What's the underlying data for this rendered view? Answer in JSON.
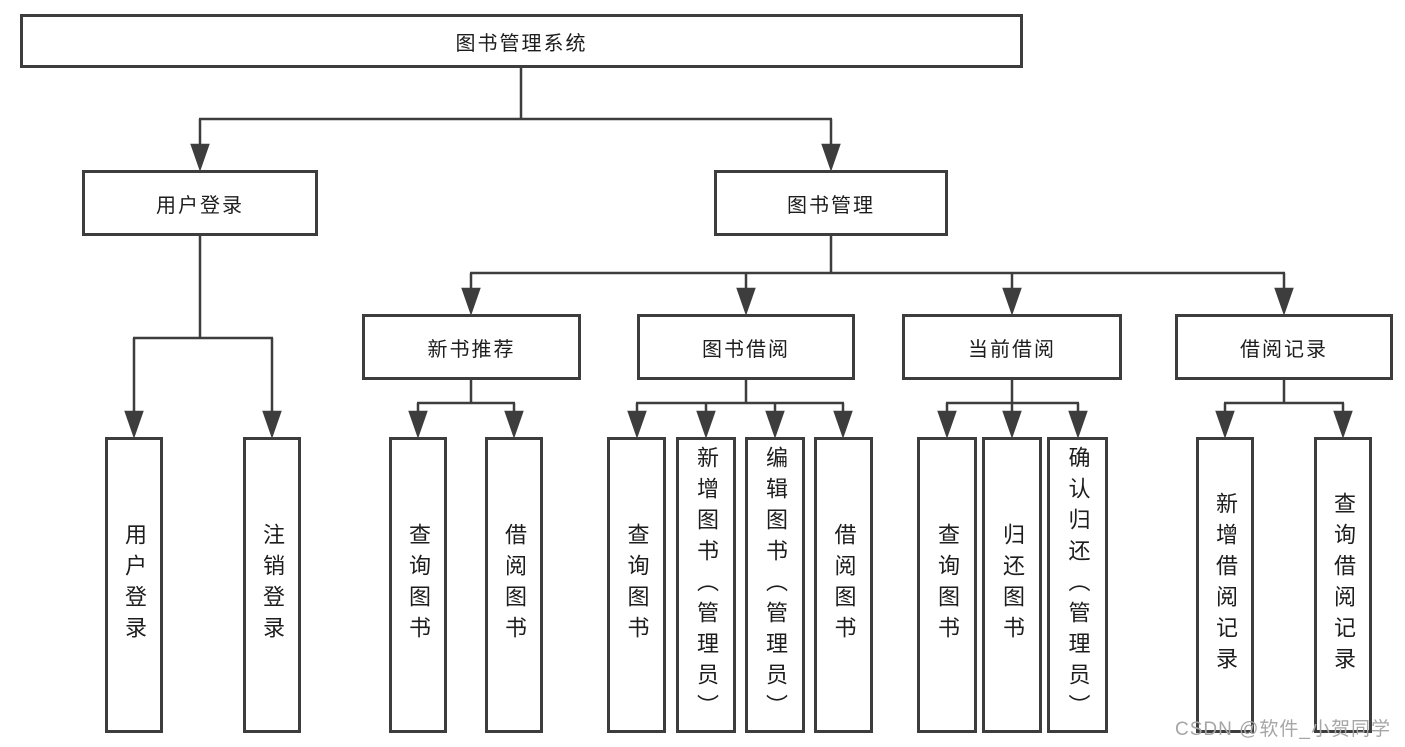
{
  "diagram_type": "tree",
  "tree": {
    "root": "图书管理系统",
    "branches": [
      {
        "label": "用户登录",
        "children": [
          "用户登录",
          "注销登录"
        ]
      },
      {
        "label": "图书管理",
        "groups": [
          {
            "label": "新书推荐",
            "children": [
              "查询图书",
              "借阅图书"
            ]
          },
          {
            "label": "图书借阅",
            "children": [
              "查询图书",
              "新增图书（管理员）",
              "编辑图书（管理员）",
              "借阅图书"
            ]
          },
          {
            "label": "当前借阅",
            "children": [
              "查询图书",
              "归还图书",
              "确认归还（管理员）"
            ]
          },
          {
            "label": "借阅记录",
            "children": [
              "新增借阅记录",
              "查询借阅记录"
            ]
          }
        ]
      }
    ]
  },
  "watermark": "CSDN @软件_小贺同学",
  "colors": {
    "background": "#ffffff",
    "box_fill": "#ffffff",
    "box_border": "#3d3d3d",
    "connector": "#3d3d3d",
    "text": "#1d1d1d",
    "watermark": "#a6a6a6"
  }
}
